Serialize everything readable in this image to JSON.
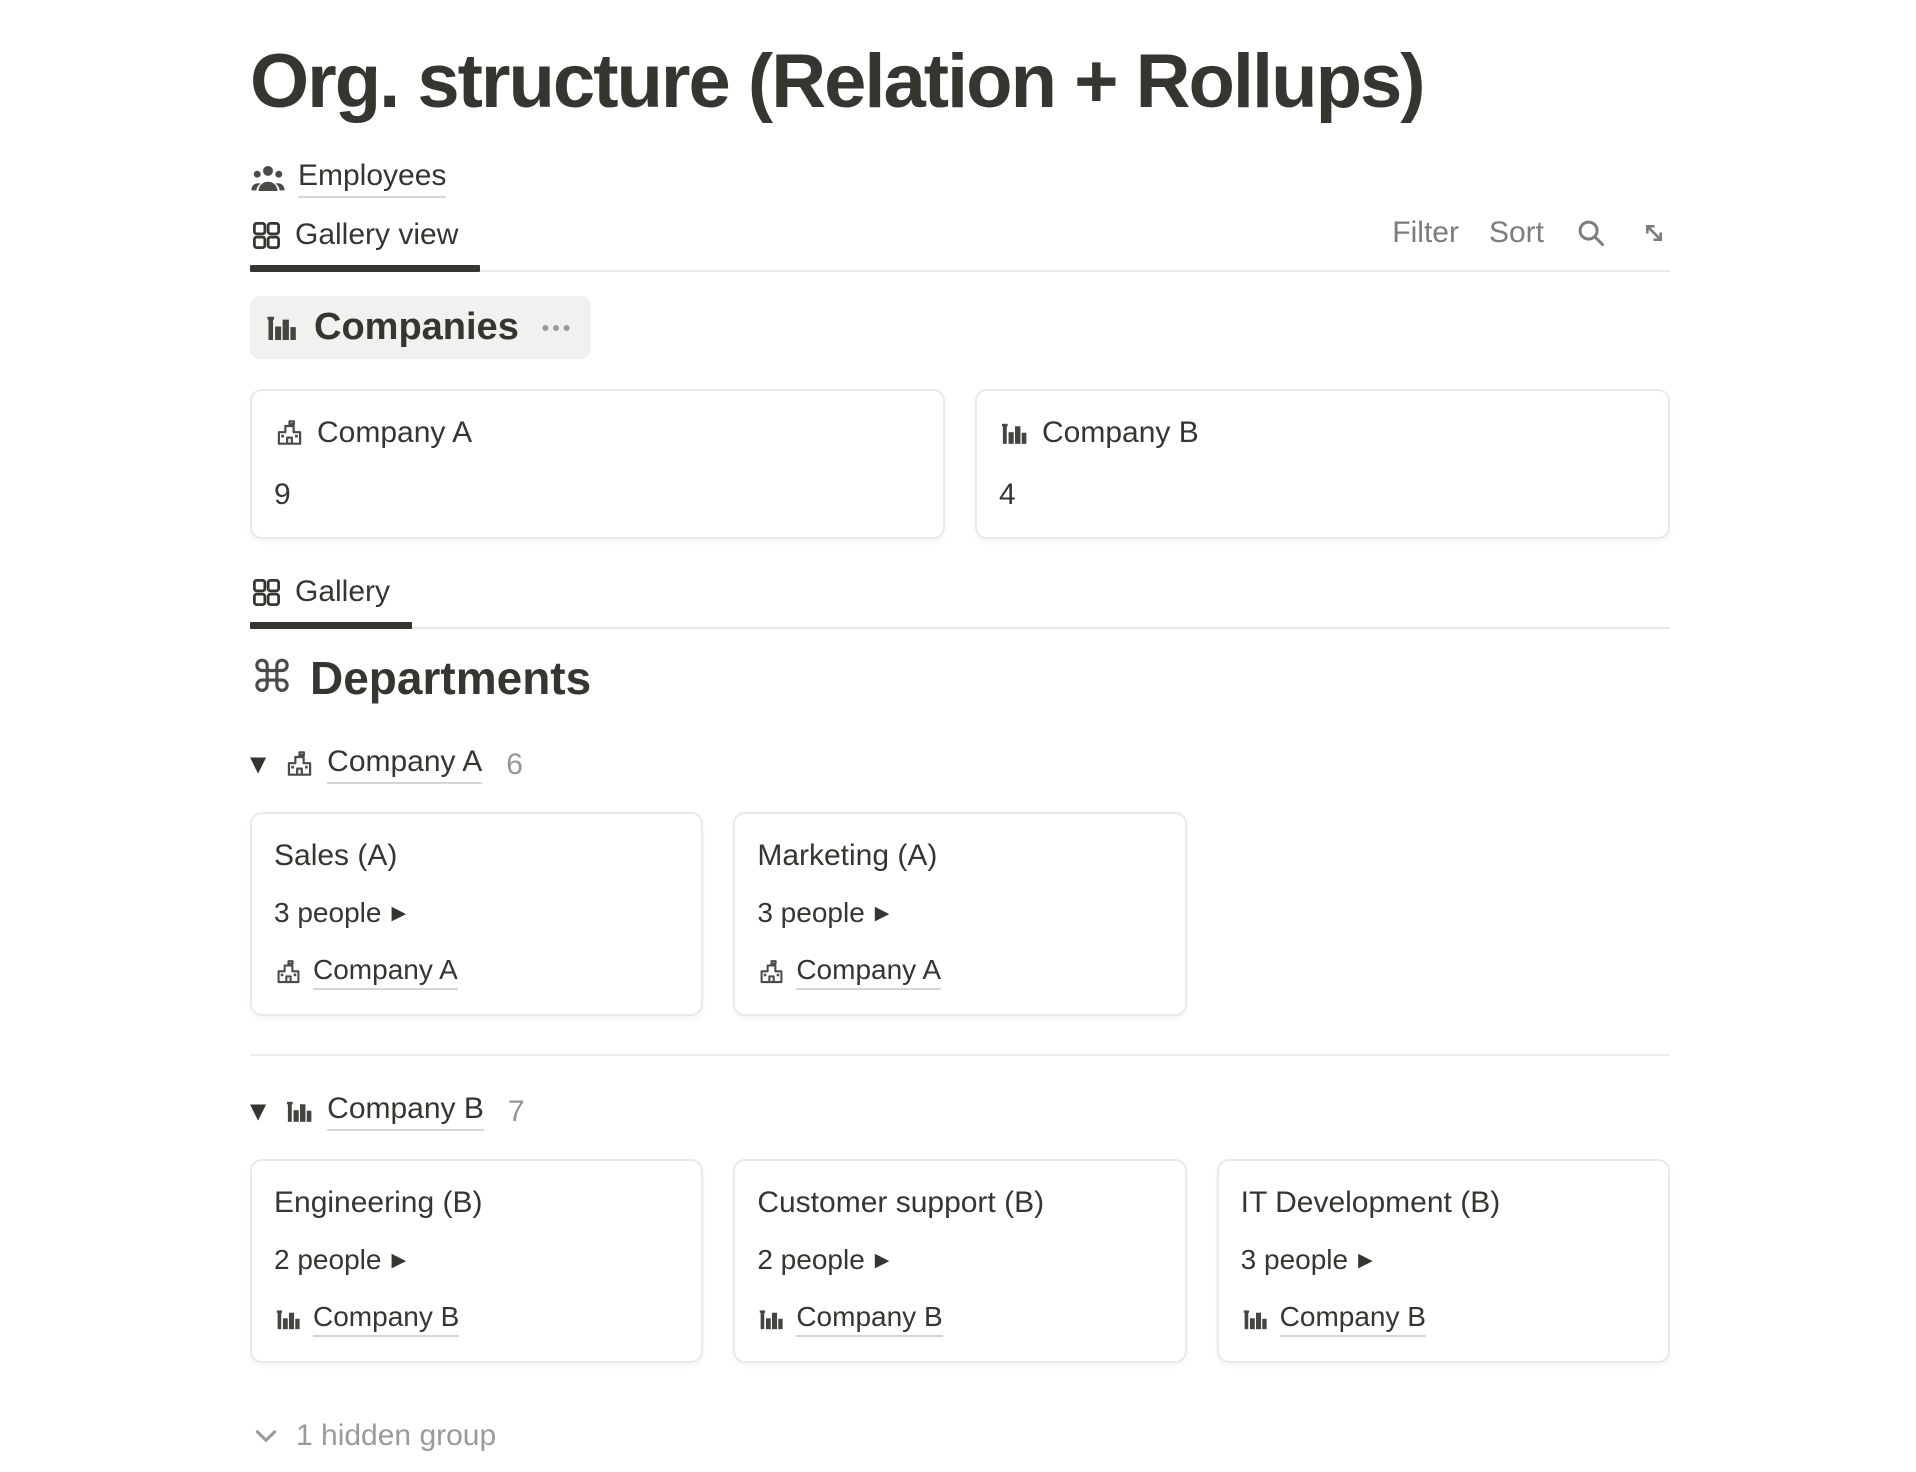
{
  "page_title": "Org. structure (Relation + Rollups)",
  "colors": {
    "text": "#37352f",
    "muted": "#7d7c78",
    "faint": "#9b9a97",
    "border": "#e9e9e7",
    "pill_bg": "#f1f1ef",
    "link_underline": "#d8d6d1",
    "active_tab_bar": "#37352f"
  },
  "breadcrumb": {
    "icon": "people-group-icon",
    "label": "Employees"
  },
  "toolbar": {
    "active_tab": {
      "icon": "gallery-grid-icon",
      "label": "Gallery view"
    },
    "filter_label": "Filter",
    "sort_label": "Sort",
    "search_icon": "search-icon",
    "expand_icon": "expand-diagonal-icon"
  },
  "companies_section": {
    "title": "Companies",
    "icon": "factory-icon",
    "menu_icon": "ellipsis-icon",
    "cards": [
      {
        "icon": "school-icon",
        "name": "Company A",
        "rollup_value": "9"
      },
      {
        "icon": "factory-icon",
        "name": "Company B",
        "rollup_value": "4"
      }
    ]
  },
  "gallery_tab": {
    "icon": "gallery-grid-icon",
    "label": "Gallery"
  },
  "departments_section": {
    "title": "Departments",
    "icon": "command-icon",
    "command_glyph": "⌘",
    "groups": [
      {
        "toggle_glyph": "▼",
        "icon": "school-icon",
        "name": "Company A",
        "count": "6",
        "cards": [
          {
            "title": "Sales (A)",
            "people": "3 people",
            "people_arrow": "▶",
            "company_icon": "school-icon",
            "company": "Company A"
          },
          {
            "title": "Marketing (A)",
            "people": "3 people",
            "people_arrow": "▶",
            "company_icon": "school-icon",
            "company": "Company A"
          }
        ]
      },
      {
        "toggle_glyph": "▼",
        "icon": "factory-icon",
        "name": "Company B",
        "count": "7",
        "cards": [
          {
            "title": "Engineering (B)",
            "people": "2 people",
            "people_arrow": "▶",
            "company_icon": "factory-icon",
            "company": "Company B"
          },
          {
            "title": "Customer support (B)",
            "people": "2 people",
            "people_arrow": "▶",
            "company_icon": "factory-icon",
            "company": "Company B"
          },
          {
            "title": "IT Development (B)",
            "people": "3 people",
            "people_arrow": "▶",
            "company_icon": "factory-icon",
            "company": "Company B"
          }
        ]
      }
    ]
  },
  "footer": {
    "icon": "chevron-down-icon",
    "label": "1 hidden group"
  }
}
